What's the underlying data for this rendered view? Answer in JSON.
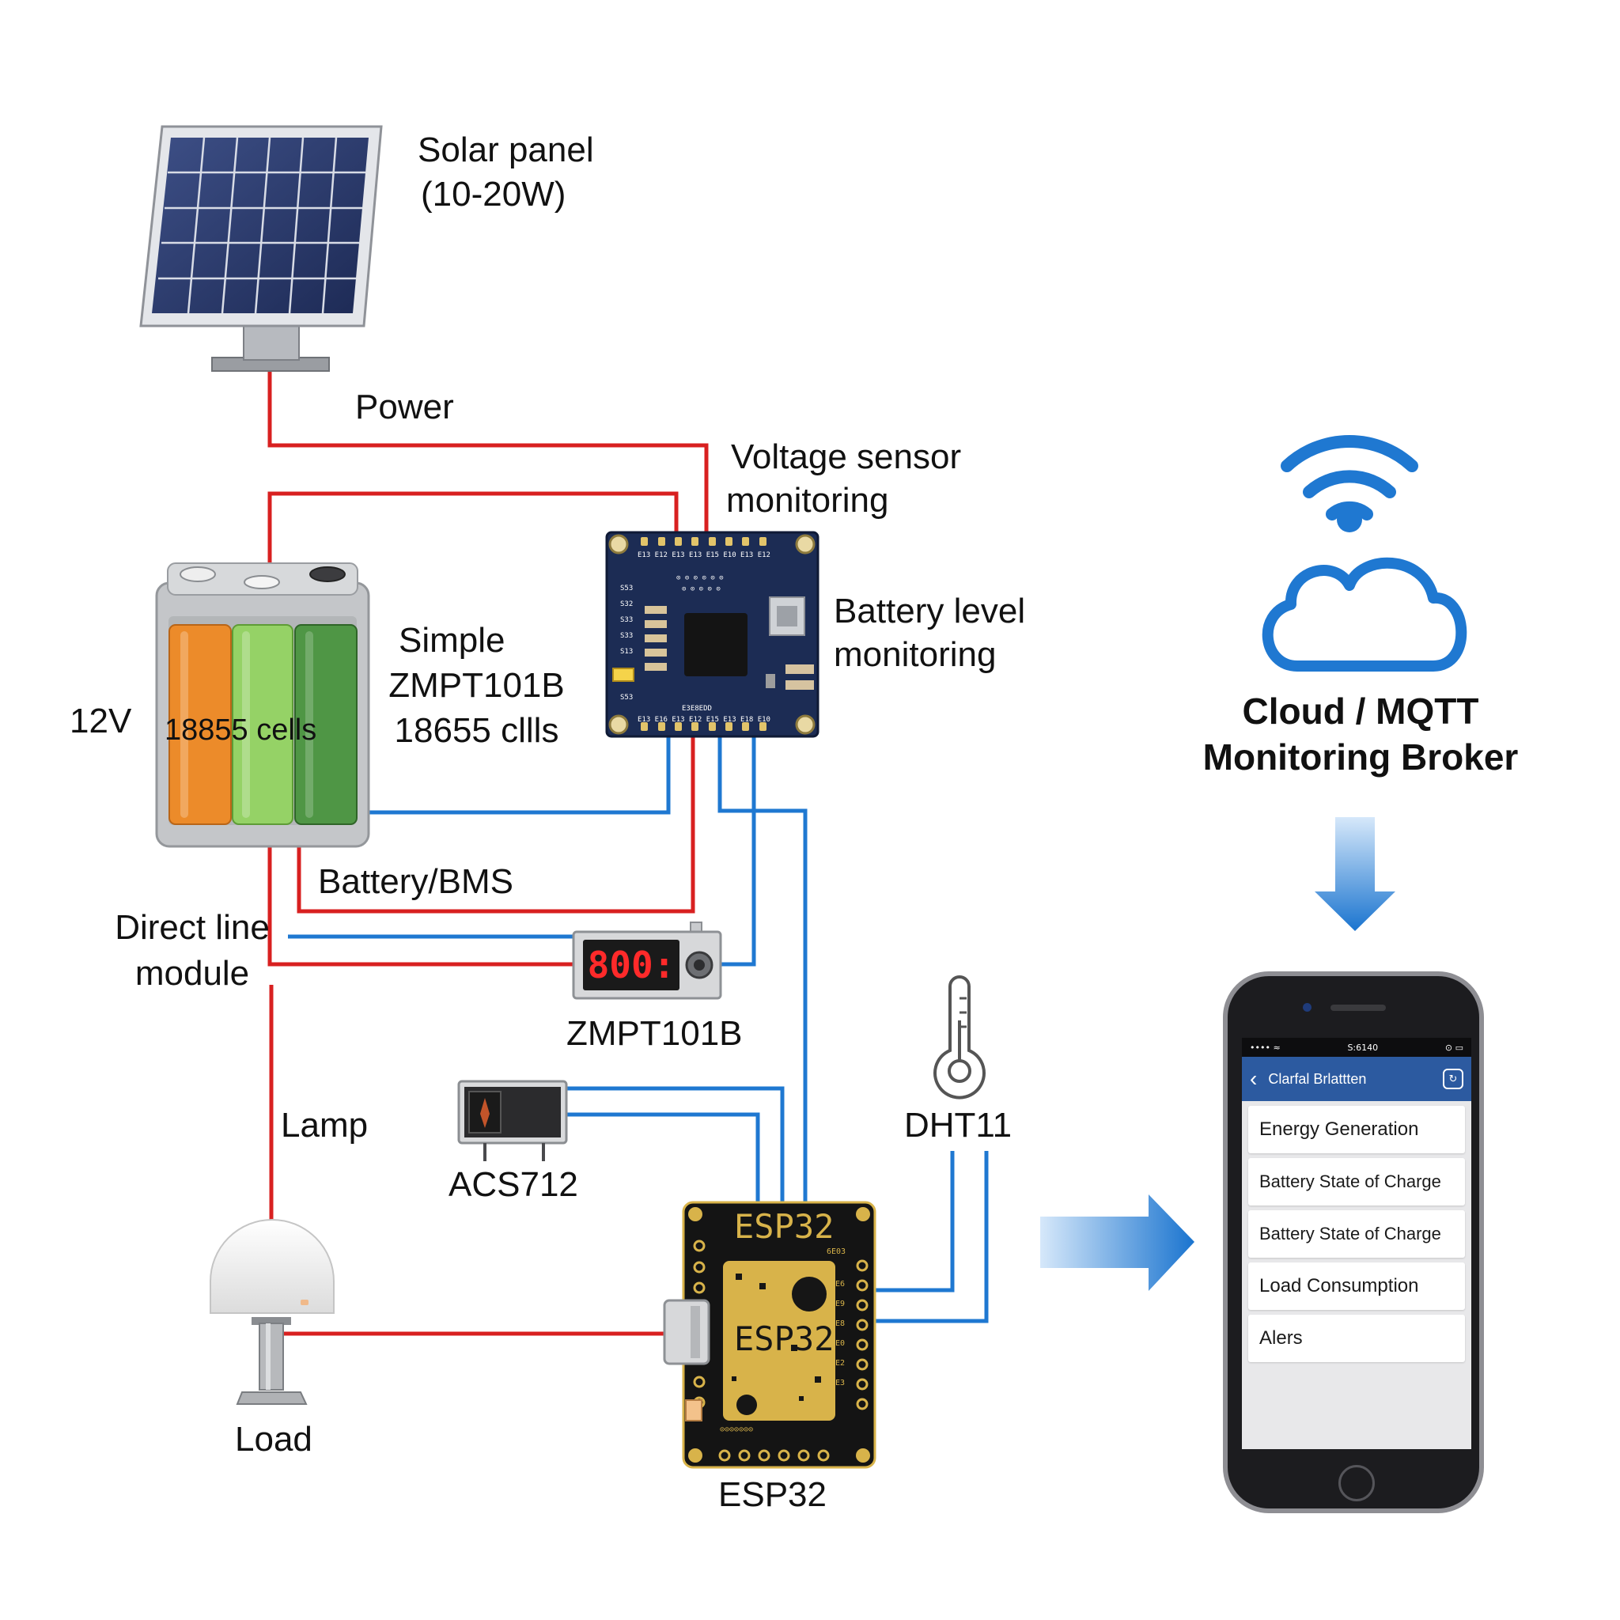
{
  "labels": {
    "solar_panel_line1": "Solar panel",
    "solar_panel_line2": "(10-20W)",
    "power": "Power",
    "voltage_sensor_line1": "Voltage sensor",
    "voltage_sensor_line2": "monitoring",
    "battery_level_line1": "Battery level",
    "battery_level_line2": "monitoring",
    "simple_line1": "Simple",
    "simple_line2": "ZMPT101B",
    "simple_line3": "18655 cllls",
    "voltage_12v": "12V",
    "cells": "18855 cells",
    "battery_bms": "Battery/BMS",
    "direct_line_line1": "Direct line",
    "direct_line_line2": "module",
    "zmpt": "ZMPT101B",
    "lamp": "Lamp",
    "load": "Load",
    "acs": "ACS712",
    "dht": "DHT11",
    "esp32_board_top": "ESP32",
    "esp32_board_mid": "ESP32",
    "esp32_caption": "ESP32",
    "cloud_line1": "Cloud / MQTT",
    "cloud_line2": "Monitoring Broker",
    "display_readout": "800:"
  },
  "phone": {
    "status_time": "S:6140",
    "status_left": "•••• ≈",
    "status_right": "⊙ ▭",
    "app_title": "Clarfal Brlattten",
    "back_icon": "chevron-left-icon",
    "action_icon": "refresh-icon",
    "menu": [
      "Energy Generation",
      "Battery State of Charge",
      "Battery State of Charge",
      "Load Consumption",
      "Alers"
    ]
  },
  "colors": {
    "power_wire": "#d82020",
    "signal_wire": "#1f78d1",
    "pcb_blue": "#1c2c54",
    "esp32_gold": "#d8b34a",
    "cloud_blue": "#1f78d1",
    "app_bar": "#2c5aa0"
  }
}
